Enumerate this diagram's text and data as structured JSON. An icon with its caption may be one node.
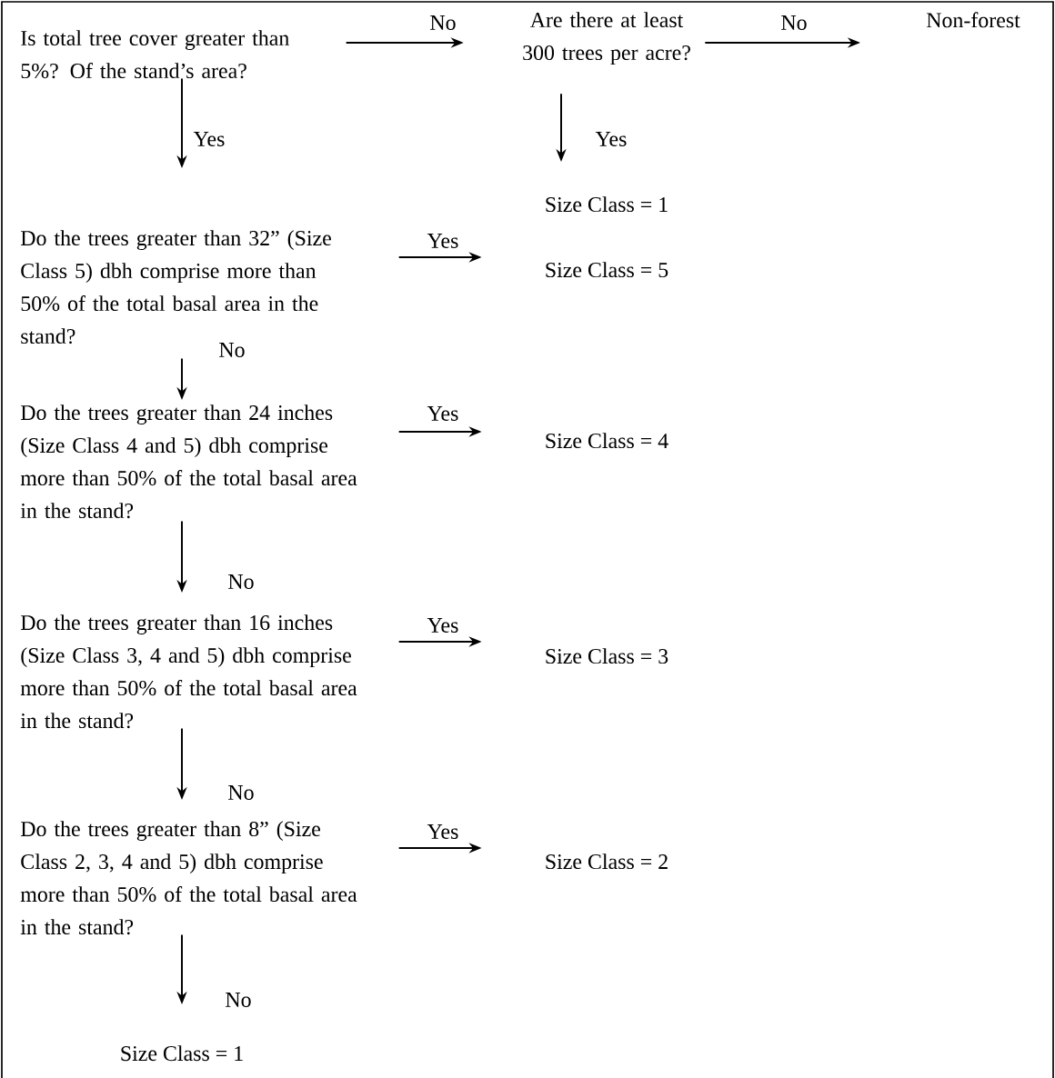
{
  "diagram": {
    "nodes": [
      {
        "text": [
          "Is total tree cover greater than 5%? Of the stand’s area?"
        ]
      },
      {
        "text": [
          "Are there at least 300 trees per acre?"
        ]
      },
      {
        "text": [
          "Non-forest"
        ]
      },
      {
        "text": [
          "Size Class = 1"
        ]
      },
      {
        "text": [
          "Do the trees greater than 32” (Size Class 5) dbh comprise more than 50% of the total basal area in the stand?"
        ]
      },
      {
        "text": [
          "Size Class = 5"
        ]
      },
      {
        "text": [
          "Do the trees greater than 24 inches (Size Class 4 and 5) dbh comprise more than 50% of the total basal area in the stand?"
        ]
      },
      {
        "text": [
          "Size Class = 4"
        ]
      },
      {
        "text": [
          "Do the trees greater than 16 inches (Size Class 3, 4 and 5) dbh comprise more than 50% of the total basal area in the stand?"
        ]
      },
      {
        "text": [
          "Size Class = 3"
        ]
      },
      {
        "text": [
          "Do the trees greater than 8” (Size Class 2, 3, 4 and 5) dbh comprise more than 50% of the total basal area in the stand?"
        ]
      },
      {
        "text": [
          "Size Class = 2"
        ]
      },
      {
        "text": [
          "Size Class = 1"
        ]
      }
    ],
    "edges": [
      {
        "from": 0,
        "to": 1,
        "arrow": "to",
        "label": "No"
      },
      {
        "from": 1,
        "to": 2,
        "arrow": "to",
        "label": "No"
      },
      {
        "from": 1,
        "to": 3,
        "arrow": "to",
        "label": "Yes"
      },
      {
        "from": 0,
        "to": 4,
        "arrow": "to",
        "label": "Yes"
      },
      {
        "from": 4,
        "to": 5,
        "arrow": "to",
        "label": "Yes"
      },
      {
        "from": 4,
        "to": 6,
        "arrow": "to",
        "label": "No"
      },
      {
        "from": 6,
        "to": 7,
        "arrow": "to",
        "label": "Yes"
      },
      {
        "from": 6,
        "to": 8,
        "arrow": "to",
        "label": "No"
      },
      {
        "from": 8,
        "to": 9,
        "arrow": "to",
        "label": "Yes"
      },
      {
        "from": 8,
        "to": 10,
        "arrow": "to",
        "label": "No"
      },
      {
        "from": 10,
        "to": 11,
        "arrow": "to",
        "label": "Yes"
      },
      {
        "from": 10,
        "to": 12,
        "arrow": "to",
        "label": "No"
      }
    ]
  }
}
